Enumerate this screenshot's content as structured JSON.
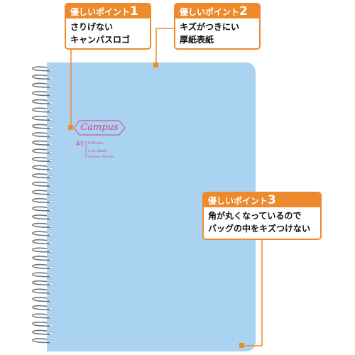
{
  "callouts": [
    {
      "title": "優しいポイント",
      "number": "1",
      "lines": [
        "さりげない",
        "キャンパスロゴ"
      ]
    },
    {
      "title": "優しいポイント",
      "number": "2",
      "lines": [
        "キズがつきにい",
        "厚紙表紙"
      ]
    },
    {
      "title": "優しいポイント",
      "number": "3",
      "lines": [
        "角が丸くなっているので",
        "バッグの中をキズつけない"
      ]
    }
  ],
  "notebook": {
    "logo": "Campus",
    "size": "A5",
    "specs": [
      "70 Sheets",
      "7 mm Ruled",
      "×4 lines 25 lines"
    ]
  },
  "colors": {
    "accent": "#ec8a2c",
    "cover": "#a9d3f1",
    "logo": "#d6427e"
  }
}
